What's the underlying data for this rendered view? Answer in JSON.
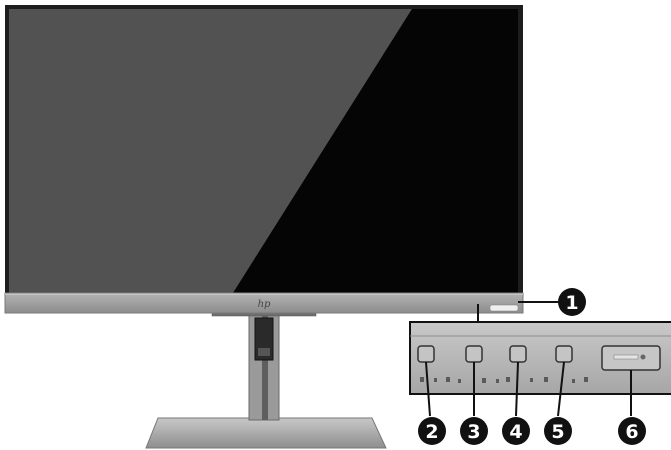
{
  "monitor": {
    "logo_text": "hp"
  },
  "callouts": [
    "1",
    "2",
    "3",
    "4",
    "5",
    "6"
  ],
  "colors": {
    "screen_dark": "#050505",
    "screen_gray": "#525252",
    "bezel": "#a9a9a9",
    "callout_fill": "#111111",
    "callout_text": "#ffffff"
  }
}
